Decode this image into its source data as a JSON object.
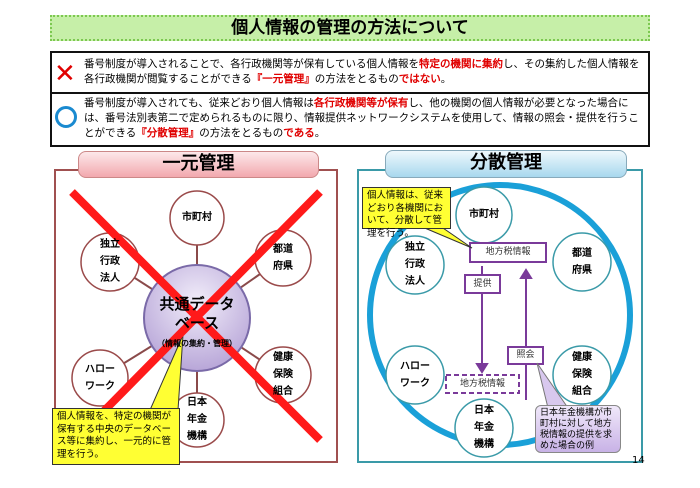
{
  "title": "個人情報の管理の方法について",
  "statements": [
    {
      "mark": "×",
      "parts": [
        "番号制度が導入されることで、各行政機関等が保有している個人情報を",
        "特定の機関に集約",
        "し、その集約した個人情報を各行政機関が閲覧することができる",
        "『一元管理』",
        "の方法をとるもの",
        "ではない",
        "。"
      ]
    },
    {
      "mark": "○",
      "parts": [
        "番号制度が導入されても、従来どおり個人情報は",
        "各行政機関等が保有",
        "し、他の機関の個人情報が必要となった場合には、番号法別表第二で定められるものに限り、情報提供ネットワークシステムを使用して、情報の照会・提供を行うことができる",
        "『分散管理』",
        "の方法をとるもの",
        "である",
        "。"
      ]
    }
  ],
  "left": {
    "header": "一元管理",
    "nodes": [
      "市町村",
      "独立\n行政\n法人",
      "都道\n府県",
      "ハロー\nワーク",
      "健康\n保険\n組合",
      "日本\n年金\n機構"
    ],
    "center_title": "共通データ\nベース",
    "center_sub": "（情報の集約・管理）",
    "callout": "個人情報を、特定の機関が保有する中央のデータベース等に集約し、一元的に管理を行う。"
  },
  "right": {
    "header": "分散管理",
    "nodes": [
      "市町村",
      "独立\n行政\n法人",
      "都道\n府県",
      "ハロー\nワーク",
      "健康\n保険\n組合",
      "日本\n年金\n機構"
    ],
    "tax_info": "地方税情報",
    "provide": "提供",
    "inquiry": "照会",
    "tax_info_copy": "地方税情報",
    "callout": "個人情報は、従来どおり各機関において、分散して管理を行う。",
    "example": "日本年金機構が市町村に対して地方税情報の提供を求めた場合の例"
  },
  "page_number": "14",
  "colors": {
    "title_bg": "#c6efa8",
    "red": "#e00000",
    "blue_ring": "#1aa0d8",
    "purple": "#7a3a9a",
    "yellow": "#ffff33"
  }
}
